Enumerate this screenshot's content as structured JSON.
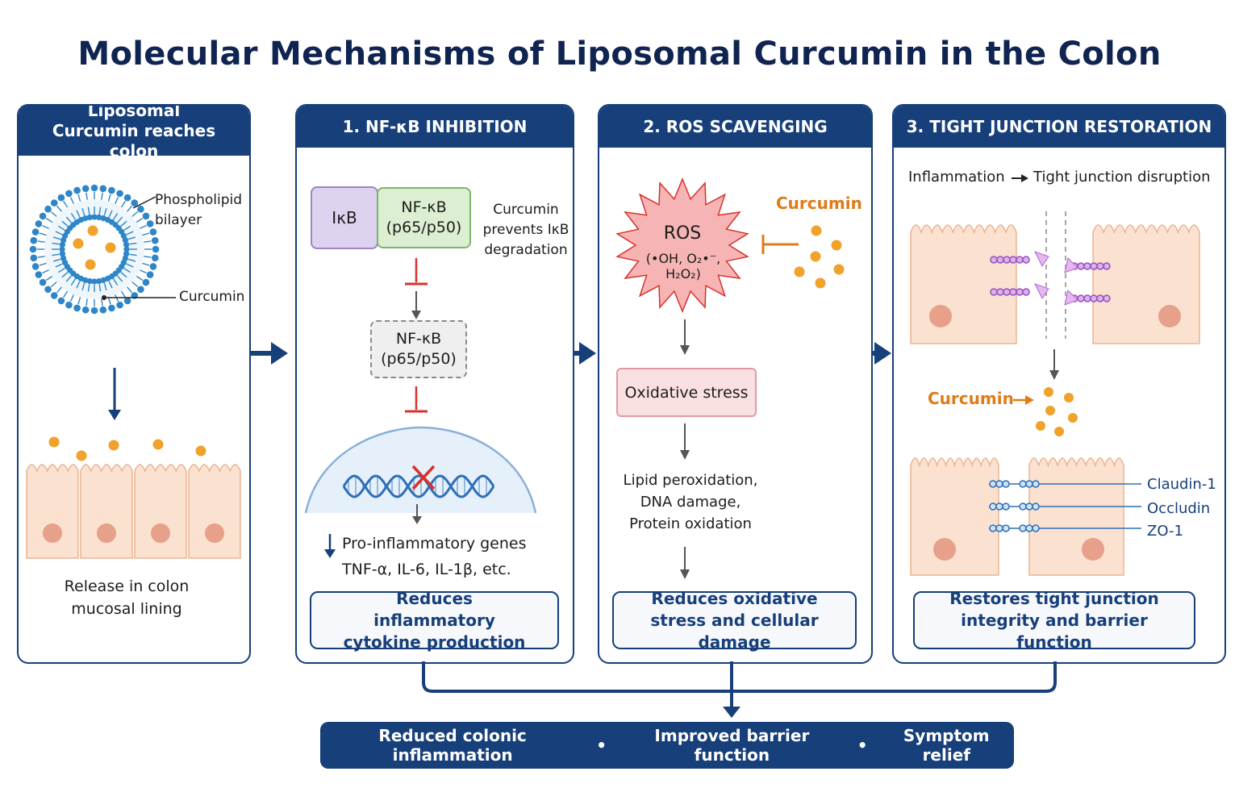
{
  "title": "Molecular Mechanisms of Liposomal Curcumin in the Colon",
  "panel0": {
    "header": "Liposomal Curcumin reaches colon",
    "phospholipid_label": "Phospholipid bilayer",
    "curcumin_label": "Curcumin",
    "caption": "Release in colon mucosal lining"
  },
  "panel1": {
    "header": "1. NF-κB INHIBITION",
    "ikb": "IκB",
    "nfkb_line1": "NF-κB",
    "nfkb_line2": "(p65/p50)",
    "note": "Curcumin prevents IκB degradation",
    "nfkb2_line1": "NF-κB",
    "nfkb2_line2": "(p65/p50)",
    "genes_line1": "Pro-inflammatory genes",
    "genes_line2": "TNF-α, IL-6, IL-1β, etc.",
    "conclusion": "Reduces inflammatory cytokine production"
  },
  "panel2": {
    "header": "2. ROS SCAVENGING",
    "ros": "ROS",
    "ros_species": "(•OH, O₂•⁻, H₂O₂)",
    "curcumin": "Curcumin",
    "oxidative_stress": "Oxidative stress",
    "damage_line1": "Lipid peroxidation,",
    "damage_line2": "DNA damage,",
    "damage_line3": "Protein oxidation",
    "conclusion": "Reduces oxidative stress and cellular damage"
  },
  "panel3": {
    "header": "3. TIGHT JUNCTION RESTORATION",
    "top_left": "Inflammation",
    "top_right": "Tight junction disruption",
    "curcumin": "Curcumin",
    "claudin": "Claudin-1",
    "occludin": "Occludin",
    "zo1": "ZO-1",
    "conclusion": "Restores tight junction integrity and barrier function"
  },
  "bottom": {
    "item1": "Reduced colonic inflammation",
    "item2": "Improved barrier function",
    "item3": "Symptom relief"
  },
  "colors": {
    "navy": "#173f7a",
    "curcumin_orange": "#f0a22a",
    "curcumin_text": "#e07b16",
    "inhibit_red": "#d8312c",
    "cell_fill": "#fbe1cf",
    "cell_stroke": "#e9b594",
    "nucleus": "#e7a08a",
    "ikb_fill": "#ddd2f0",
    "nfkb_fill": "#dcefd2",
    "ros_fill": "#f7b4b4",
    "ox_fill": "#fbe0e2",
    "liposome_blue": "#2e86c8"
  },
  "icons": [
    "arrow-right-icon",
    "arrow-down-icon",
    "inhibition-bar-icon",
    "dna-icon",
    "x-mark-icon",
    "ros-burst-icon",
    "liposome-icon",
    "epithelial-cell-icon"
  ]
}
